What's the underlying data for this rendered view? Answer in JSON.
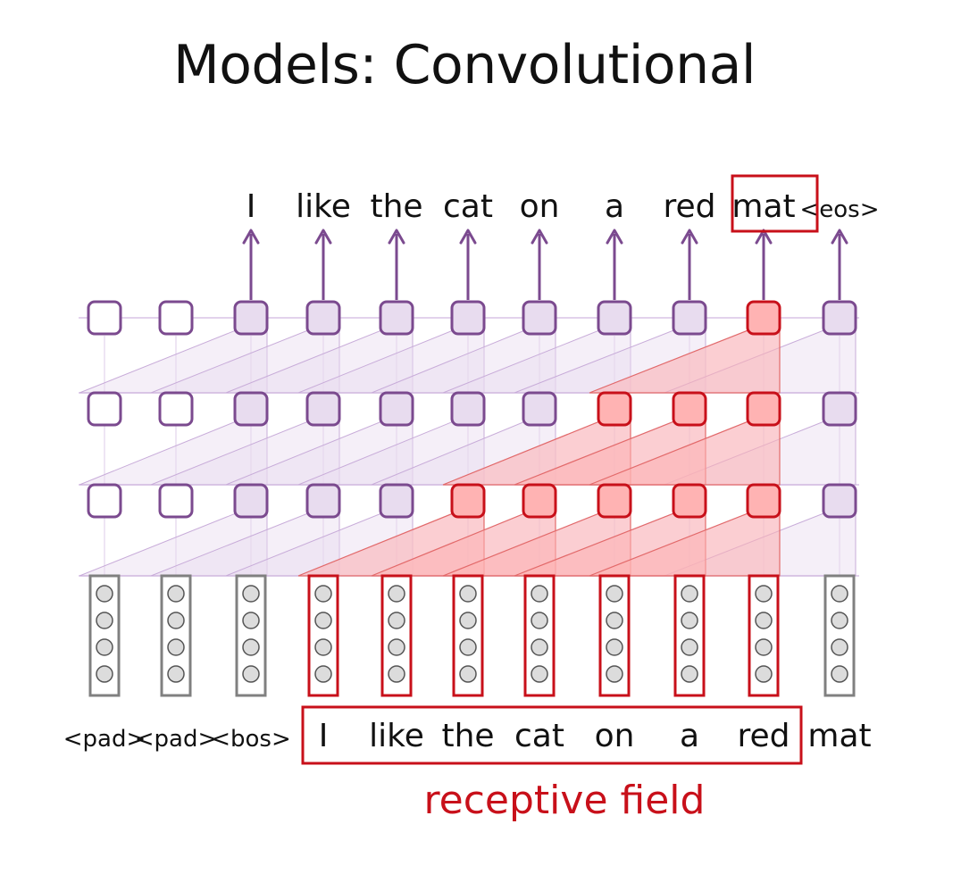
{
  "title": "Models: Convolutional",
  "output_tokens": [
    "I",
    "like",
    "the",
    "cat",
    "on",
    "a",
    "red",
    "mat",
    "<eos>"
  ],
  "input_tokens": [
    "<pad>",
    "<pad>",
    "<bos>",
    "I",
    "like",
    "the",
    "cat",
    "on",
    "a",
    "red",
    "mat"
  ],
  "receptive_field_label": "receptive field",
  "highlighted_output": "mat",
  "colors": {
    "purple": "#7b4a8f",
    "purple_fill": "#e8dcef",
    "red": "#c8101a",
    "red_fill": "#ffb3b3",
    "gray": "#808080"
  }
}
